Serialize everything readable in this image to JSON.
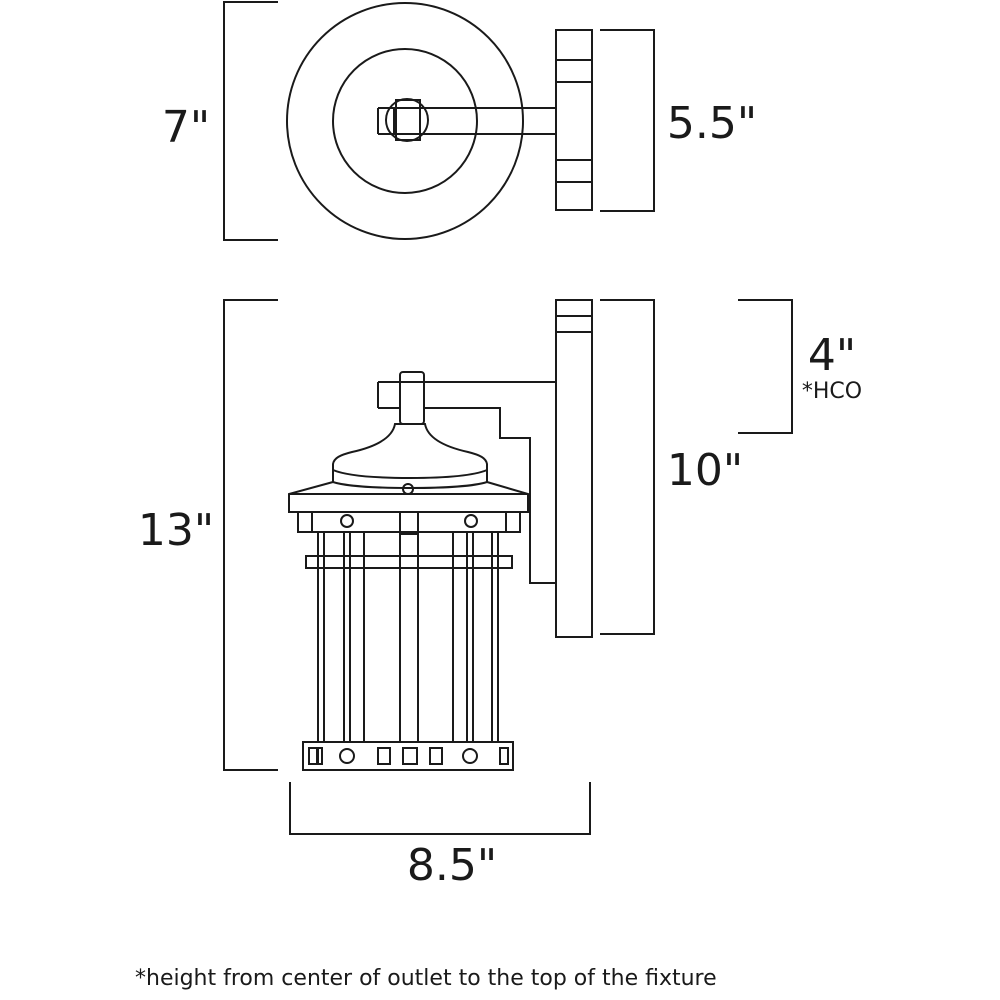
{
  "dimensions": {
    "top_depth": "7\"",
    "backplate_width": "5.5\"",
    "overall_height": "13\"",
    "backplate_height": "10\"",
    "hco_value": "4\"",
    "hco_label": "*HCO",
    "overall_width": "8.5\""
  },
  "footnote": "*height from center of outlet to the top of the fixture",
  "colors": {
    "line": "#1a1a1a",
    "background": "#ffffff"
  }
}
